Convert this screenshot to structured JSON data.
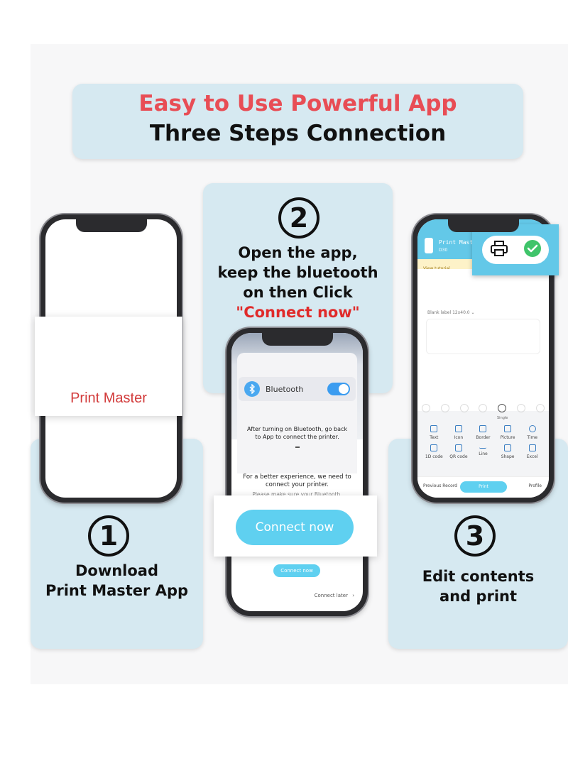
{
  "header": {
    "line1": "Easy to Use Powerful App",
    "line2": "Three Steps Connection"
  },
  "steps": [
    {
      "number": "1",
      "text_lines": [
        "Download",
        "Print Master App"
      ]
    },
    {
      "number": "2",
      "text_lines": [
        "Open the app,",
        "keep the bluetooth",
        "on then Click"
      ],
      "highlight": "\"Connect now\""
    },
    {
      "number": "3",
      "text_lines": [
        "Edit contents",
        "and print"
      ]
    }
  ],
  "phone1": {
    "app_name": "Print Master"
  },
  "phone2": {
    "bluetooth_label": "Bluetooth",
    "instruction": "After turning on Bluetooth, go back to App to connect the printer.",
    "experience_line1": "For a better experience, we need to",
    "experience_line2": "connect your printer.",
    "make_sure": "Please make sure your Bluetooth,",
    "connect_now_big": "Connect now",
    "connect_now_small": "Connect now",
    "connect_later": "Connect later"
  },
  "phone3": {
    "app_title": "Print Mast",
    "subtitle": "D30",
    "view_tutorial": "View tutorial",
    "label_select": "Blank label 12x40.0",
    "tools_row1": [
      "Text",
      "Icon",
      "Border",
      "Picture",
      "Time"
    ],
    "tools_row2": [
      "1D code",
      "QR code",
      "Line",
      "Shape",
      "Excel"
    ],
    "top_tool_label": "Single",
    "bottom_nav": {
      "left": "Previous Record",
      "center": "Print",
      "right": "Profile"
    }
  },
  "colors": {
    "accent_red": "#e84d55",
    "panel_blue": "#d6e9f1",
    "button_cyan": "#5fd0f0",
    "bluetooth_blue": "#3b9cf0",
    "check_green": "#3fc46a"
  }
}
